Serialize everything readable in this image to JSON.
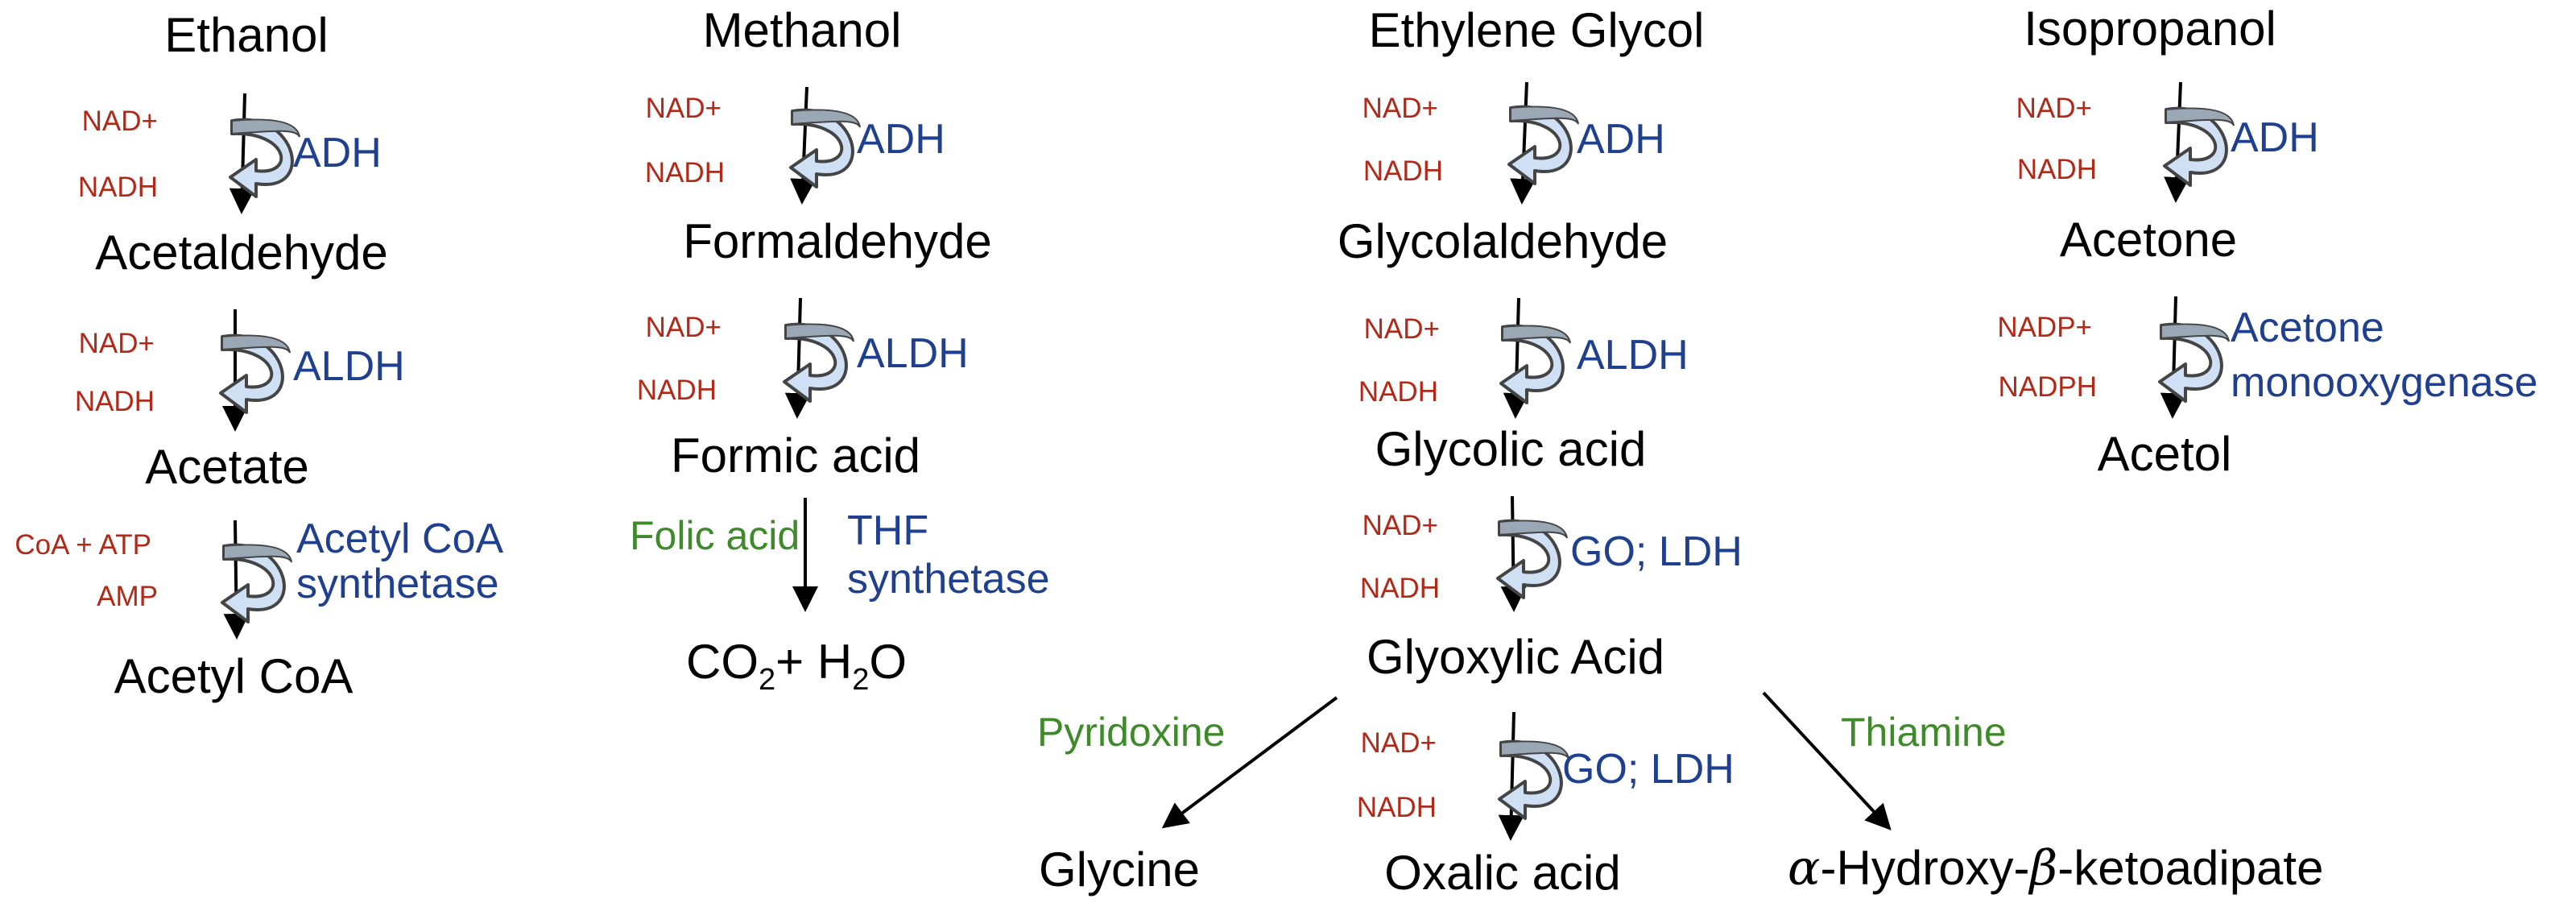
{
  "colors": {
    "compound": "#000000",
    "enzyme": "#1f3f8f",
    "cofactor": "#b02a19",
    "vitamin": "#3f8a2a",
    "cofactor_arrow_fill": "#cfe0f4",
    "cofactor_arrow_stroke": "#444444"
  },
  "ethanol": {
    "c0": "Ethanol",
    "c1": "Acetaldehyde",
    "c2": "Acetate",
    "c3": "Acetyl CoA",
    "s1": {
      "in": "NAD+",
      "out": "NADH",
      "enzyme": "ADH"
    },
    "s2": {
      "in": "NAD+",
      "out": "NADH",
      "enzyme": "ALDH"
    },
    "s3": {
      "in": "CoA + ATP",
      "out": "AMP",
      "enzyme_l1": "Acetyl CoA",
      "enzyme_l2": "synthetase"
    }
  },
  "methanol": {
    "c0": "Methanol",
    "c1": "Formaldehyde",
    "c2": "Formic acid",
    "p1": "CO",
    "p1_sub": "2",
    "p2": "+ H",
    "p2_sub": "2",
    "p3": "O",
    "s1": {
      "in": "NAD+",
      "out": "NADH",
      "enzyme": "ADH"
    },
    "s2": {
      "in": "NAD+",
      "out": "NADH",
      "enzyme": "ALDH"
    },
    "s3": {
      "vitamin": "Folic acid",
      "enzyme_l1": "THF",
      "enzyme_l2": "synthetase"
    }
  },
  "ethylene_glycol": {
    "c0": "Ethylene Glycol",
    "c1": "Glycolaldehyde",
    "c2": "Glycolic acid",
    "c3": "Glyoxylic Acid",
    "c4": "Oxalic acid",
    "glycine": "Glycine",
    "alpha": "α",
    "hk1": "-Hydroxy-",
    "beta": "β",
    "hk2": "-ketoadipate",
    "s1": {
      "in": "NAD+",
      "out": "NADH",
      "enzyme": "ADH"
    },
    "s2": {
      "in": "NAD+",
      "out": "NADH",
      "enzyme": "ALDH"
    },
    "s3": {
      "in": "NAD+",
      "out": "NADH",
      "enzyme": "GO; LDH"
    },
    "s4": {
      "in": "NAD+",
      "out": "NADH",
      "enzyme": "GO; LDH"
    },
    "vit_left": "Pyridoxine",
    "vit_right": "Thiamine"
  },
  "isopropanol": {
    "c0": "Isopropanol",
    "c1": "Acetone",
    "c2": "Acetol",
    "s1": {
      "in": "NAD+",
      "out": "NADH",
      "enzyme": "ADH"
    },
    "s2": {
      "in": "NADP+",
      "out": "NADPH",
      "enzyme_l1": "Acetone",
      "enzyme_l2": "monooxygenase"
    }
  }
}
